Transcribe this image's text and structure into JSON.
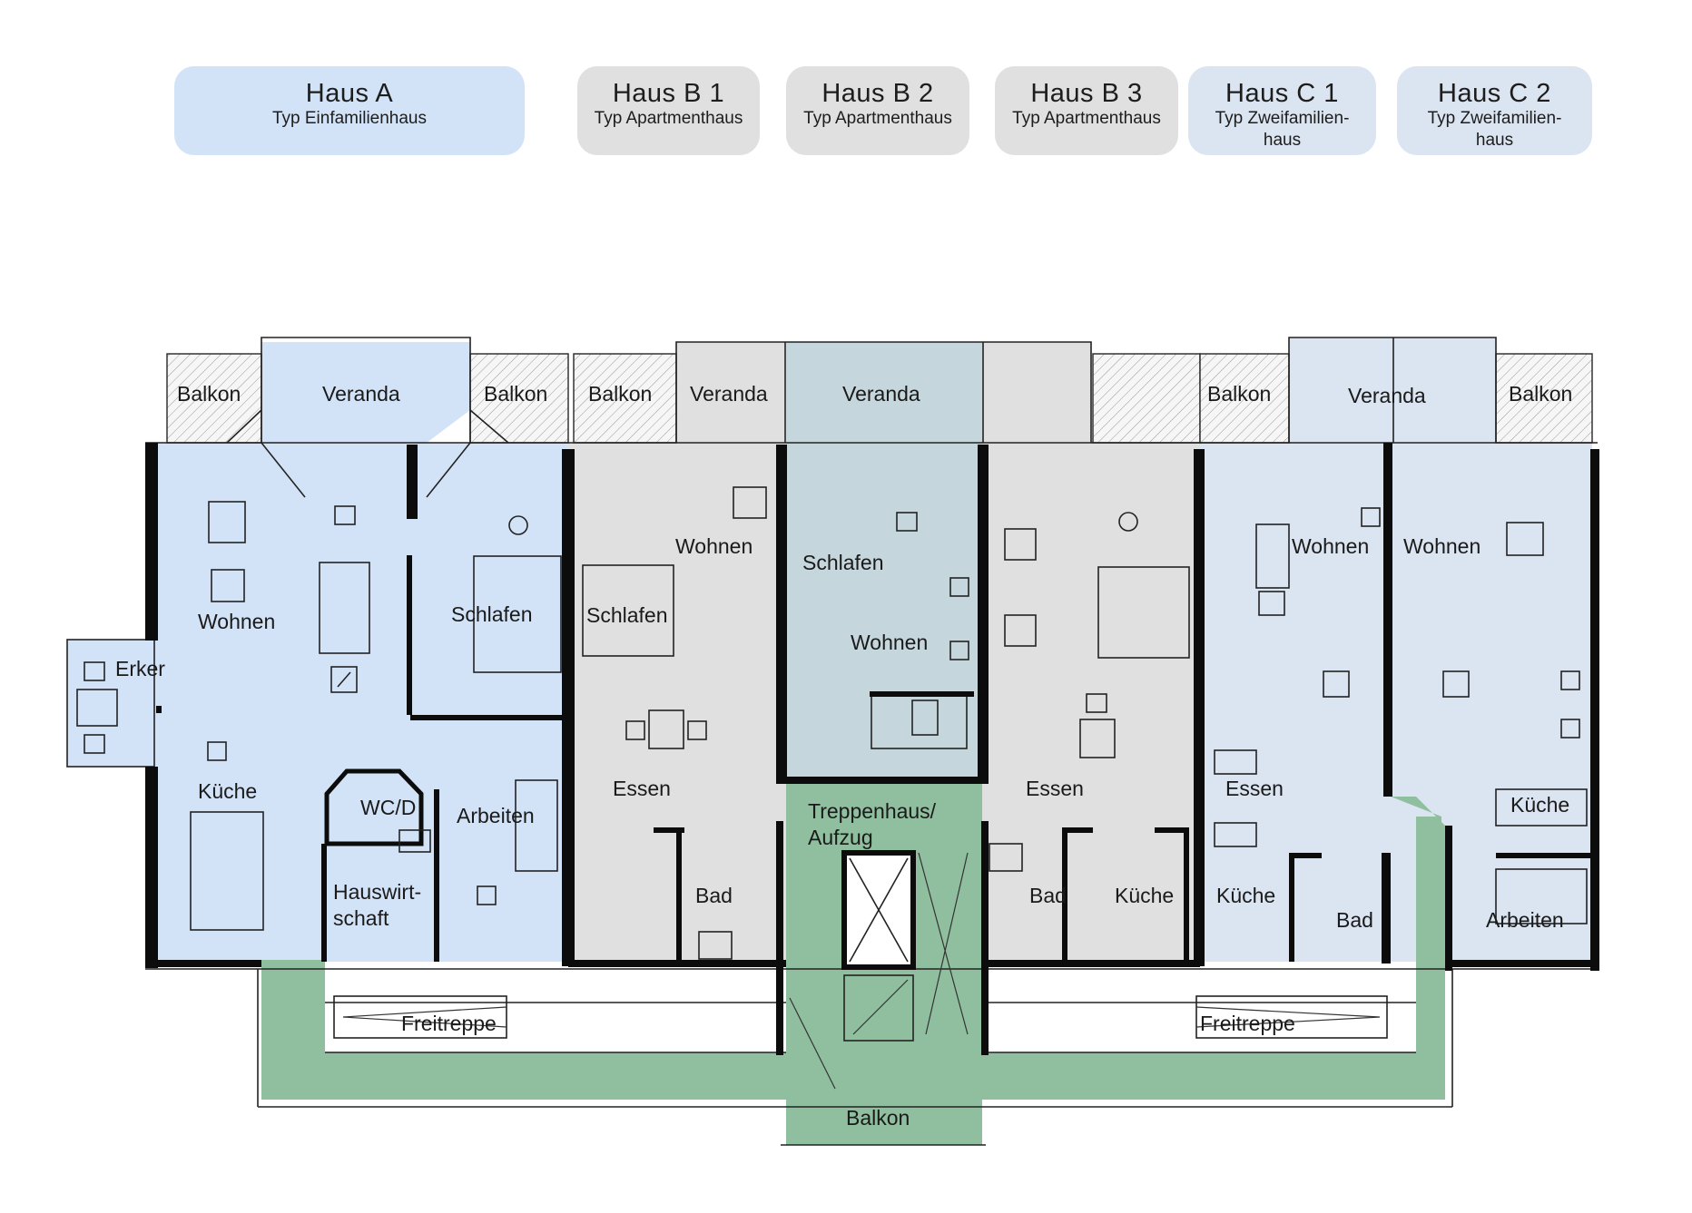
{
  "houses": [
    {
      "name": "Haus A",
      "type": "Typ Einfamilienhaus"
    },
    {
      "name": "Haus B 1",
      "type": "Typ Apartmenthaus"
    },
    {
      "name": "Haus B 2",
      "type": "Typ Apartmenthaus"
    },
    {
      "name": "Haus B 3",
      "type": "Typ Apartmenthaus"
    },
    {
      "name": "Haus C 1",
      "type": "Typ Zweifamilien-\nhaus"
    },
    {
      "name": "Haus C 2",
      "type": "Typ Zweifamilien-\nhaus"
    }
  ],
  "colors": {
    "haus_a": "#d3e3f7",
    "haus_b": "#e0e0e0",
    "haus_b2": "#c5d6dc",
    "haus_c": "#dbe4f1",
    "shared": "#8fbf9e",
    "wall": "#0c0c0c"
  },
  "rooms": {
    "a_balkon_left": "Balkon",
    "a_veranda": "Veranda",
    "a_balkon_right": "Balkon",
    "a_wohnen": "Wohnen",
    "a_schlafen": "Schlafen",
    "a_erker": "Erker",
    "a_kueche": "Küche",
    "a_wcd": "WC/D",
    "a_arbeiten": "Arbeiten",
    "a_hauswirtschaft_1": "Hauswirt-",
    "a_hauswirtschaft_2": "schaft",
    "b1_balkon": "Balkon",
    "b1_veranda": "Veranda",
    "b1_wohnen": "Wohnen",
    "b1_schlafen": "Schlafen",
    "b1_essen": "Essen",
    "b1_bad": "Bad",
    "b2_veranda": "Veranda",
    "b2_schlafen": "Schlafen",
    "b2_wohnen": "Wohnen",
    "b3_essen": "Essen",
    "b3_bad": "Bad",
    "b3_kueche": "Küche",
    "c1_balkon": "Balkon",
    "c_veranda": "Veranda",
    "c2_balkon": "Balkon",
    "c1_wohnen": "Wohnen",
    "c2_wohnen": "Wohnen",
    "c1_essen": "Essen",
    "c1_kueche": "Küche",
    "c1_bad": "Bad",
    "c2_kueche": "Küche",
    "c2_arbeiten": "Arbeiten",
    "treppenhaus_1": "Treppenhaus/",
    "treppenhaus_2": "Aufzug",
    "freitreppe_left": "Freitreppe",
    "freitreppe_right": "Freitreppe",
    "balkon_bottom": "Balkon"
  }
}
